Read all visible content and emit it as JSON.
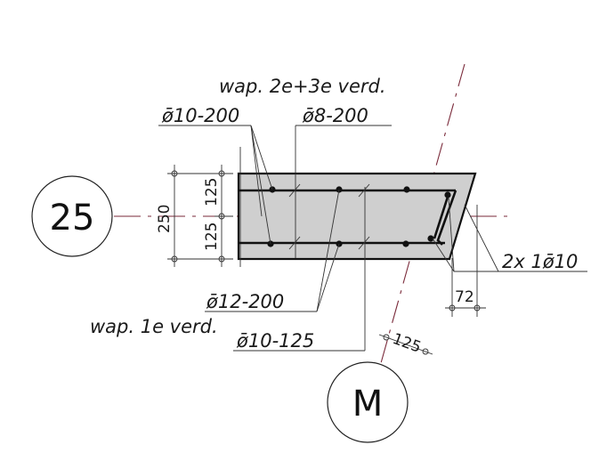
{
  "labels": {
    "wap_top": "wap. 2e+3e verd.",
    "rebar_10_200": "ø̄10-200",
    "rebar_8_200": "ø̄8-200",
    "rebar_12_200": "ø̄12-200",
    "wap_bottom": "wap. 1e verd.",
    "rebar_10_125": "ø̄10-125",
    "rebar_2x10": "2x 1ø̄10"
  },
  "dimensions": {
    "total_height": "250",
    "upper_half": "125",
    "lower_half": "125",
    "edge_offset": "72",
    "diagonal_spacing": "125"
  },
  "grid_bubbles": {
    "left": "25",
    "bottom": "M"
  },
  "colors": {
    "axis": "#7a2a3a",
    "concrete": "#cfcfcf",
    "ink": "#111111"
  }
}
